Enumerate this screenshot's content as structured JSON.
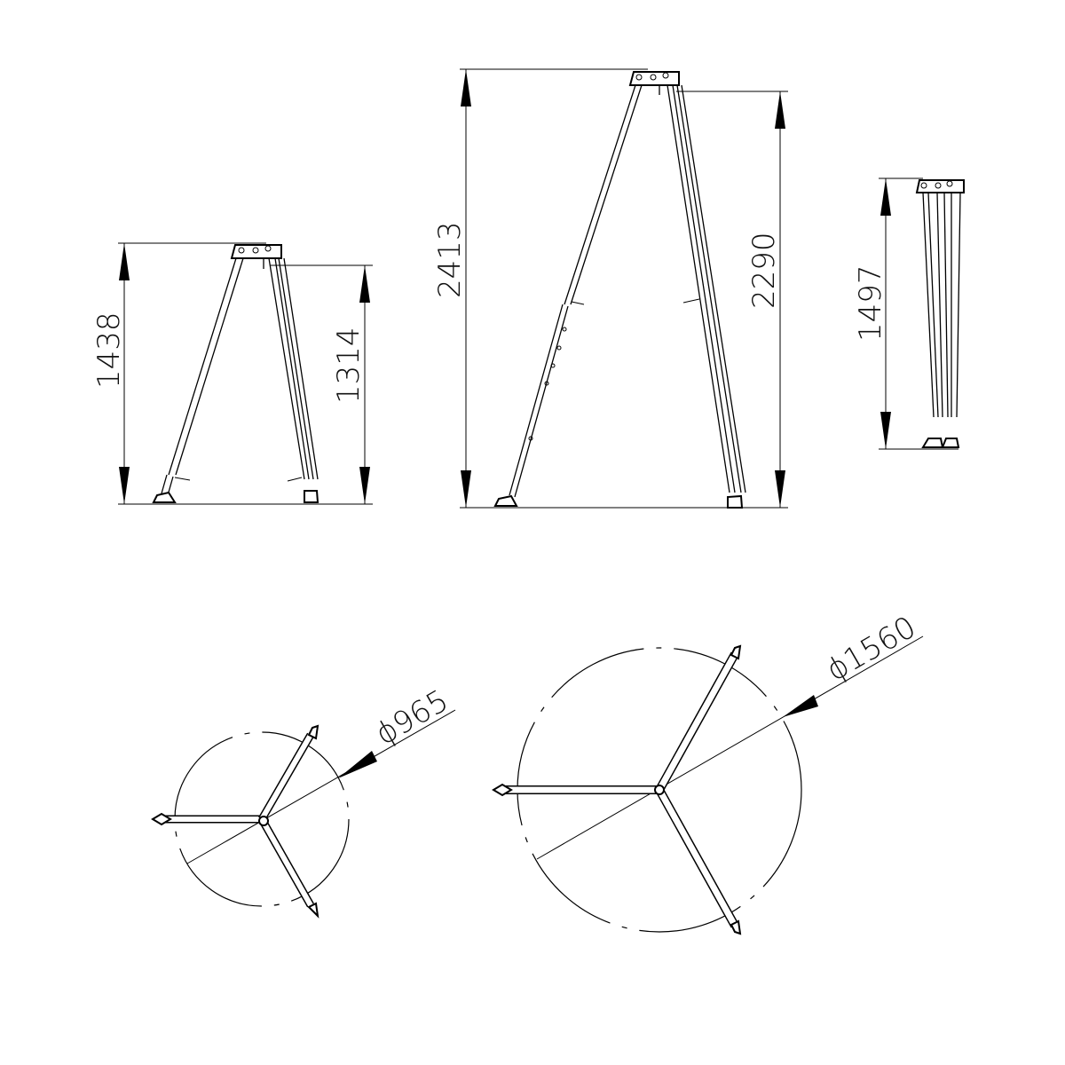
{
  "drawing": {
    "type": "technical-dimension-drawing",
    "subject": "tripod",
    "views": [
      {
        "name": "side-view-minimum-height",
        "dimensions": {
          "overall_height": "1438",
          "working_height": "1314"
        }
      },
      {
        "name": "side-view-maximum-height",
        "dimensions": {
          "overall_height": "2413",
          "working_height": "2290"
        }
      },
      {
        "name": "side-view-folded",
        "dimensions": {
          "folded_length": "1497"
        }
      },
      {
        "name": "top-view-minimum-footprint",
        "dimensions": {
          "diameter": "ϕ965"
        }
      },
      {
        "name": "top-view-maximum-footprint",
        "dimensions": {
          "diameter": "ϕ1560"
        }
      }
    ]
  },
  "labels": {
    "dim_1438": "1438",
    "dim_1314": "1314",
    "dim_2413": "2413",
    "dim_2290": "2290",
    "dim_1497": "1497",
    "dim_965": "ϕ965",
    "dim_1560": "ϕ1560"
  },
  "colors": {
    "line": "#000000",
    "background": "#ffffff"
  }
}
